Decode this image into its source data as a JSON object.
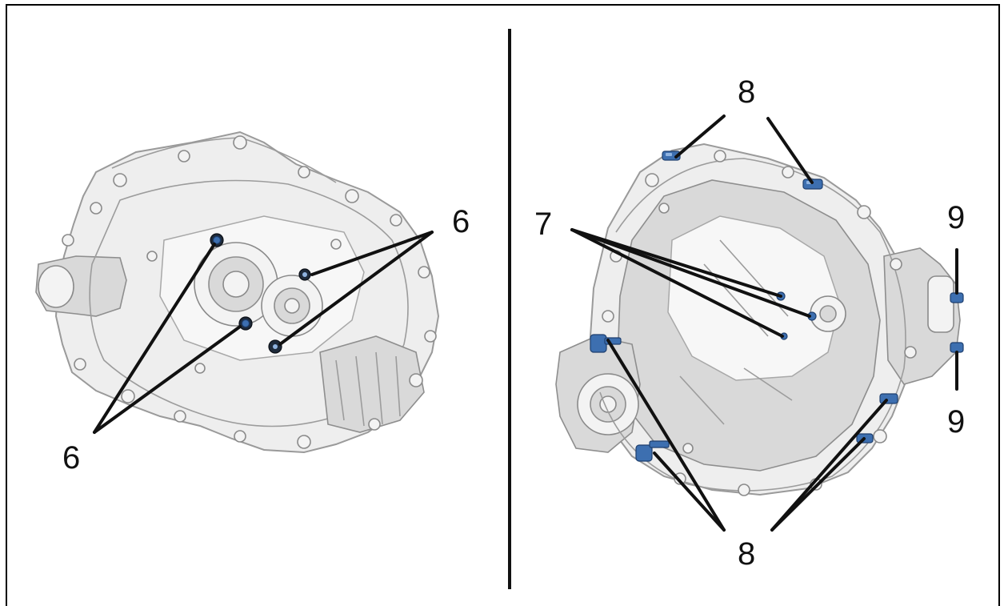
{
  "figure": {
    "left_view": {
      "labels": {
        "top_right": "6",
        "bottom_left": "6"
      }
    },
    "right_view": {
      "labels": {
        "top": "8",
        "left": "7",
        "right_top": "9",
        "right_bottom": "9",
        "bottom": "8"
      }
    }
  },
  "colors": {
    "frame": "#000000",
    "divider": "#111111",
    "housing": "#eeeeee",
    "bolt_dark": "#1e2a3a",
    "bolt_blue": "#3d6fb0"
  }
}
